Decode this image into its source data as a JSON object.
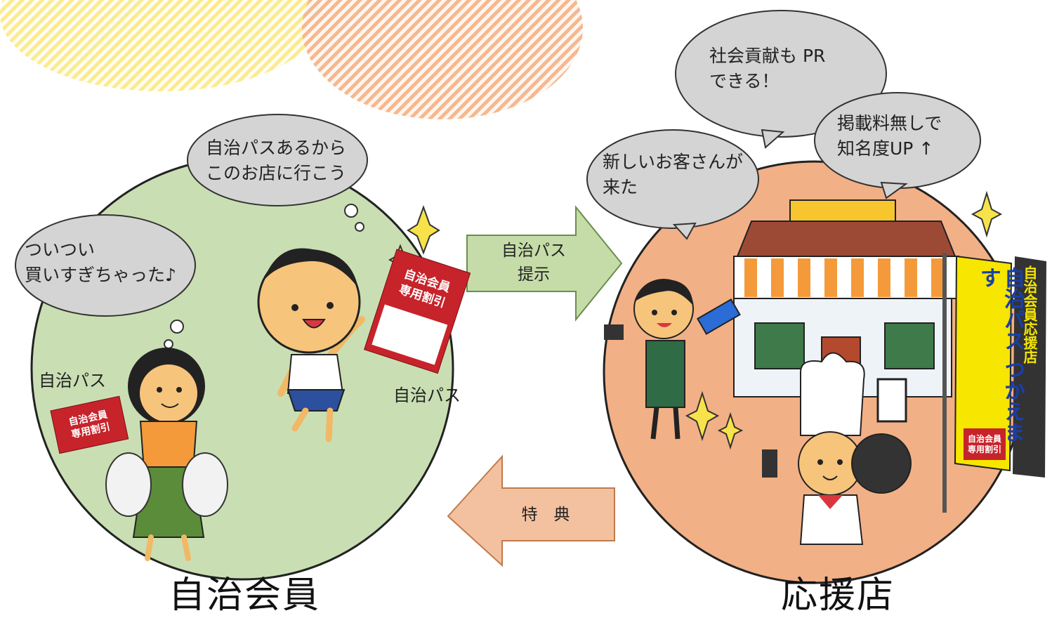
{
  "colors": {
    "member_circle": "#c9dfb3",
    "shop_circle": "#f2b086",
    "bubble": "#d4d4d4",
    "arrow_green": "#c5dca8",
    "arrow_orange": "#f4c1a0",
    "card_red": "#c7232b",
    "banner_yellow": "#f6e600",
    "deco_yellow": "#fbeb8e",
    "deco_orange": "#f5b88f"
  },
  "member": {
    "title": "自治会員",
    "bubble_boy": "自治パスあるから\nこのお店に行こう",
    "bubble_woman": "ついつい\n買いすぎちゃった♪",
    "label_left": "自治パス",
    "label_right": "自治パス",
    "card": {
      "line1": "自治会員",
      "line2": "専用割引"
    }
  },
  "shop": {
    "title": "応援店",
    "bubble_social": "社会貢献も PR\nできる！",
    "bubble_fee": "掲載料無しで\n知名度UP ↑",
    "bubble_customer": "新しいお客さんが\n来た",
    "banner_side": "自治会員応援店",
    "banner_main": "自治パス\nつかえます",
    "banner_card": "自治会員\n専用割引"
  },
  "arrows": {
    "to_shop": "自治パス\n提示",
    "to_member": "特　典"
  },
  "icons": [
    "sparkle-icon",
    "thought-bubble-icon",
    "pass-card-icon"
  ]
}
